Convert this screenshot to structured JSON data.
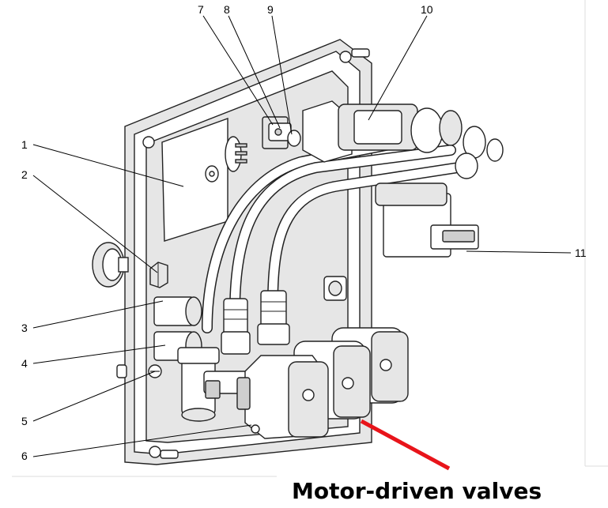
{
  "callouts": [
    {
      "id": "1",
      "label": "1"
    },
    {
      "id": "2",
      "label": "2"
    },
    {
      "id": "3",
      "label": "3"
    },
    {
      "id": "4",
      "label": "4"
    },
    {
      "id": "5",
      "label": "5"
    },
    {
      "id": "6",
      "label": "6"
    },
    {
      "id": "7",
      "label": "7"
    },
    {
      "id": "8",
      "label": "8"
    },
    {
      "id": "9",
      "label": "9"
    },
    {
      "id": "10",
      "label": "10"
    },
    {
      "id": "11",
      "label": "11"
    }
  ],
  "annotation": {
    "text": "Motor-driven valves",
    "arrow_color": "#e8141a"
  }
}
